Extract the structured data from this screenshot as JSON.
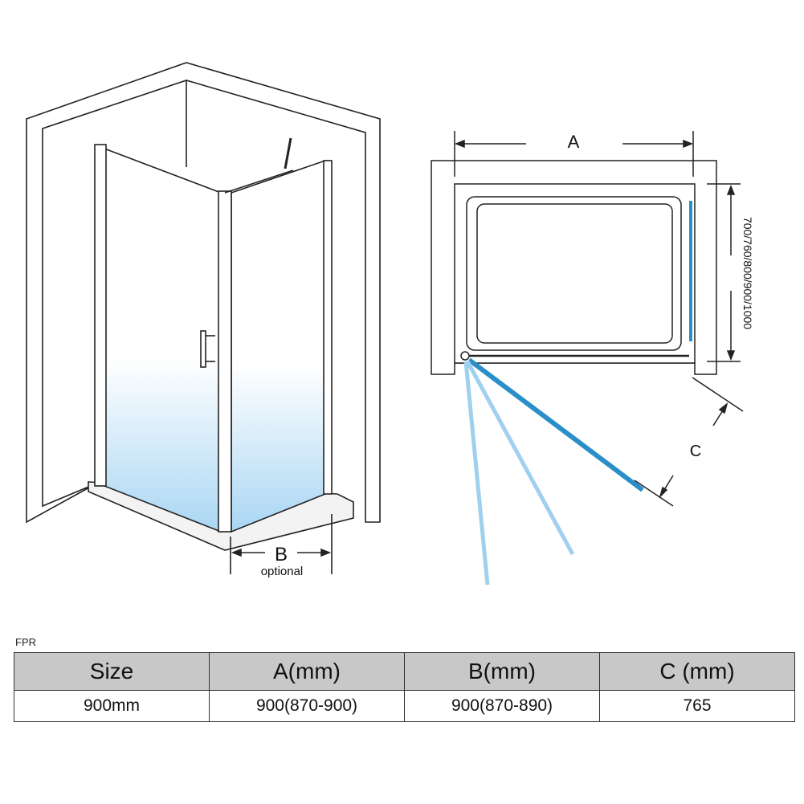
{
  "diagram": {
    "label_a": "A",
    "label_b": "B",
    "label_b_note": "optional",
    "label_c": "C",
    "side_sizes": "700/760/800/900/1000",
    "colors": {
      "glass_blue": "#2a8fc8",
      "glass_gradient": "#bfe0f5",
      "line": "#222222"
    }
  },
  "model": "FPR",
  "table": {
    "headers": [
      "Size",
      "A(mm)",
      "B(mm)",
      "C (mm)"
    ],
    "rows": [
      [
        "900mm",
        "900(870-900)",
        "900(870-890)",
        "765"
      ]
    ]
  }
}
